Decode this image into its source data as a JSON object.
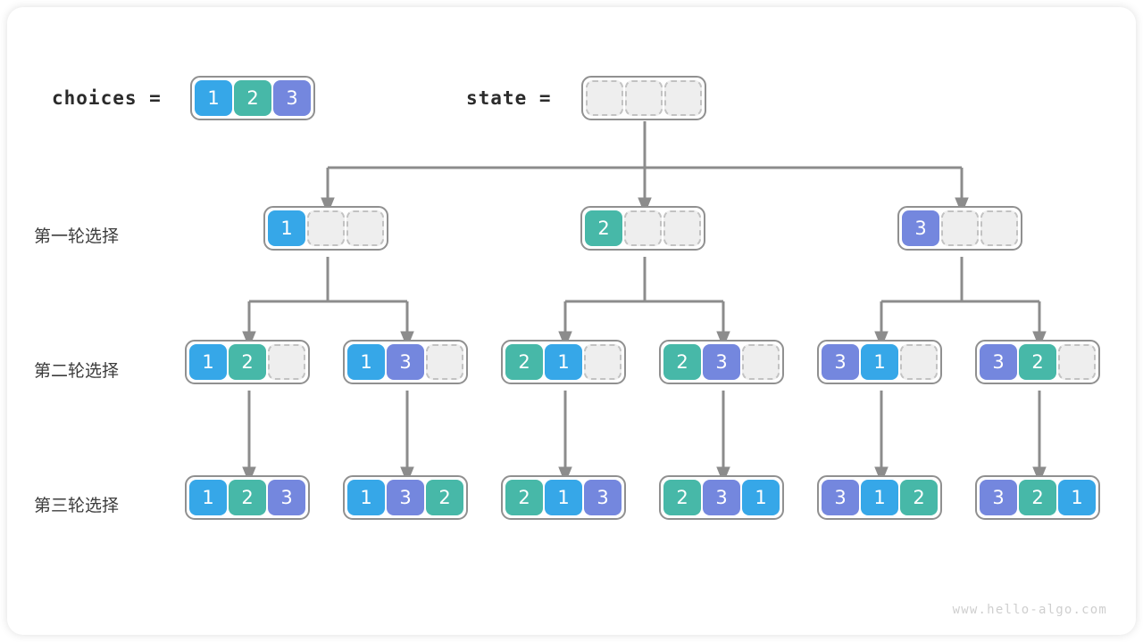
{
  "diagram": {
    "title": "backtracking-permutation-tree",
    "watermark": "www.hello-algo.com",
    "colors": {
      "value_1": "#36a7e8",
      "value_2": "#47b8a8",
      "value_3": "#7487de",
      "empty_cell": "#eeeeee",
      "empty_border": "#c2c2c2",
      "array_border": "#909090",
      "connector": "#8c8c8c",
      "card_background": "#ffffff"
    }
  },
  "header": {
    "choices_label": "choices =",
    "choices_values": [
      "1",
      "2",
      "3"
    ],
    "state_label": "state =",
    "state_values": [
      "",
      "",
      ""
    ],
    "state_capacity": 3
  },
  "row_labels": [
    "第一轮选择",
    "第二轮选择",
    "第三轮选择"
  ],
  "levels": [
    {
      "name": "level-1",
      "label": "第一轮选择",
      "nodes": [
        {
          "values": [
            "1"
          ],
          "empty": 2
        },
        {
          "values": [
            "2"
          ],
          "empty": 2
        },
        {
          "values": [
            "3"
          ],
          "empty": 2
        }
      ]
    },
    {
      "name": "level-2",
      "label": "第二轮选择",
      "nodes": [
        {
          "values": [
            "1",
            "2"
          ],
          "empty": 1
        },
        {
          "values": [
            "1",
            "3"
          ],
          "empty": 1
        },
        {
          "values": [
            "2",
            "1"
          ],
          "empty": 1
        },
        {
          "values": [
            "2",
            "3"
          ],
          "empty": 1
        },
        {
          "values": [
            "3",
            "1"
          ],
          "empty": 1
        },
        {
          "values": [
            "3",
            "2"
          ],
          "empty": 1
        }
      ]
    },
    {
      "name": "level-3",
      "label": "第三轮选择",
      "nodes": [
        {
          "values": [
            "1",
            "2",
            "3"
          ],
          "empty": 0
        },
        {
          "values": [
            "1",
            "3",
            "2"
          ],
          "empty": 0
        },
        {
          "values": [
            "2",
            "1",
            "3"
          ],
          "empty": 0
        },
        {
          "values": [
            "2",
            "3",
            "1"
          ],
          "empty": 0
        },
        {
          "values": [
            "3",
            "1",
            "2"
          ],
          "empty": 0
        },
        {
          "values": [
            "3",
            "2",
            "1"
          ],
          "empty": 0
        }
      ]
    }
  ]
}
